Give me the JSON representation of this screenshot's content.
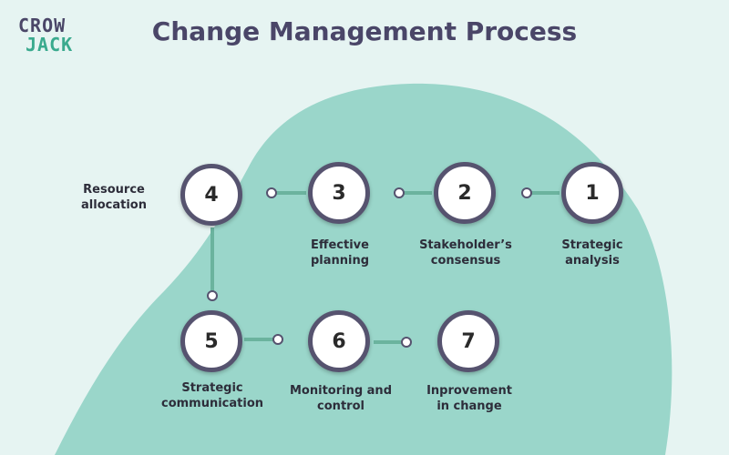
{
  "logo": {
    "line1": "CROW",
    "line2": "JACK"
  },
  "title": "Change Management Process",
  "colors": {
    "background": "#e6f4f2",
    "blob": "#9ad6ca",
    "connector": "#6bb39e",
    "node_border": "#56536f",
    "title": "#4a4668"
  },
  "steps": [
    {
      "number": "1",
      "label_line1": "Strategic",
      "label_line2": "analysis"
    },
    {
      "number": "2",
      "label_line1": "Stakeholder’s",
      "label_line2": "consensus"
    },
    {
      "number": "3",
      "label_line1": "Effective",
      "label_line2": "planning"
    },
    {
      "number": "4",
      "label_line1": "Resource",
      "label_line2": "allocation"
    },
    {
      "number": "5",
      "label_line1": "Strategic",
      "label_line2": "communication"
    },
    {
      "number": "6",
      "label_line1": "Monitoring and",
      "label_line2": "control"
    },
    {
      "number": "7",
      "label_line1": "Inprovement",
      "label_line2": "in change"
    }
  ]
}
